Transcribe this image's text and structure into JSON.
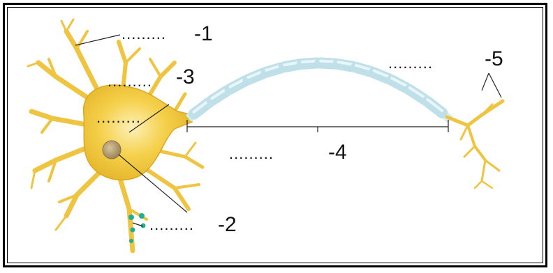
{
  "labels": {
    "l1": "-1",
    "l2": "-2",
    "l3": "-3",
    "l4": "-4",
    "l5": "-5"
  },
  "blanks": {
    "b1": ".........",
    "b2": ".........",
    "b3": ".........",
    "b3b": ".........",
    "b4": ".........",
    "b5": "........."
  },
  "colors": {
    "soma": "#f2c83c",
    "soma_highlight": "#fbe9a0",
    "dendrite": "#f0c848",
    "nucleus": "#b8a070",
    "myelin": "#bfe0e8",
    "myelin_edge": "#8cb8c8",
    "synapse_dots": "#20b090"
  }
}
